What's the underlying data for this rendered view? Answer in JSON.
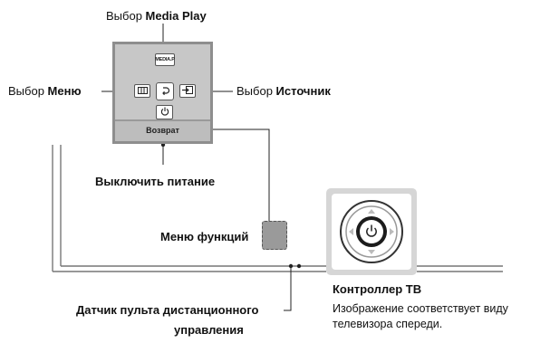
{
  "labels": {
    "media_play_prefix": "Выбор",
    "media_play_bold": "Media Play",
    "menu_prefix": "Выбор",
    "menu_bold": "Меню",
    "source_prefix": "Выбор",
    "source_bold": "Источник",
    "power_off": "Выключить питание",
    "function_menu": "Меню функций",
    "sensor_line1": "Датчик пульта дистанционного",
    "sensor_line2": "управления"
  },
  "panel": {
    "media_key_text": "MEDIA.P",
    "return_label": "Возврат"
  },
  "controller": {
    "title": "Контроллер ТВ",
    "description_line1": "Изображение соответствует виду",
    "description_line2": "телевизора спереди."
  },
  "icons": {
    "menu_key": "menu-grid-icon",
    "return_key": "return-arrow-icon",
    "source_key": "source-input-icon",
    "power_key": "power-icon",
    "joystick_power": "power-icon"
  }
}
